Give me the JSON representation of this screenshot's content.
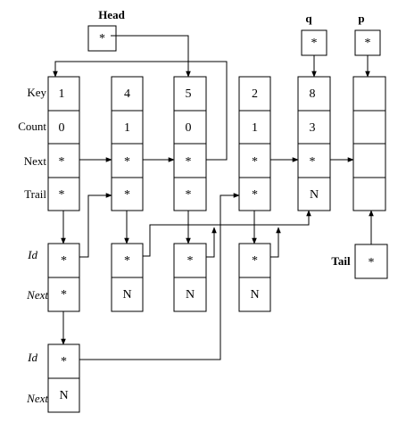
{
  "pointer_labels": {
    "head": "Head",
    "q": "q",
    "p": "p",
    "tail": "Tail"
  },
  "pointer_values": {
    "head": "*",
    "q": "*",
    "p": "*",
    "tail": "*"
  },
  "node_field_labels": [
    "Key",
    "Count",
    "Next",
    "Trail"
  ],
  "nodes": [
    {
      "key": "1",
      "count": "0",
      "next": "*",
      "trail": "*"
    },
    {
      "key": "4",
      "count": "1",
      "next": "*",
      "trail": "*"
    },
    {
      "key": "5",
      "count": "0",
      "next": "*",
      "trail": "*"
    },
    {
      "key": "2",
      "count": "1",
      "next": "*",
      "trail": "*"
    },
    {
      "key": "8",
      "count": "3",
      "next": "*",
      "trail": "N"
    },
    {
      "key": "",
      "count": "",
      "next": "",
      "trail": ""
    }
  ],
  "trail_field_labels": [
    "Id",
    "Next"
  ],
  "trails": [
    {
      "id": "*",
      "next": "*"
    },
    {
      "id": "*",
      "next": "N"
    },
    {
      "id": "*",
      "next": "N"
    },
    {
      "id": "*",
      "next": "N"
    },
    {
      "id": "*",
      "next": "N"
    }
  ]
}
